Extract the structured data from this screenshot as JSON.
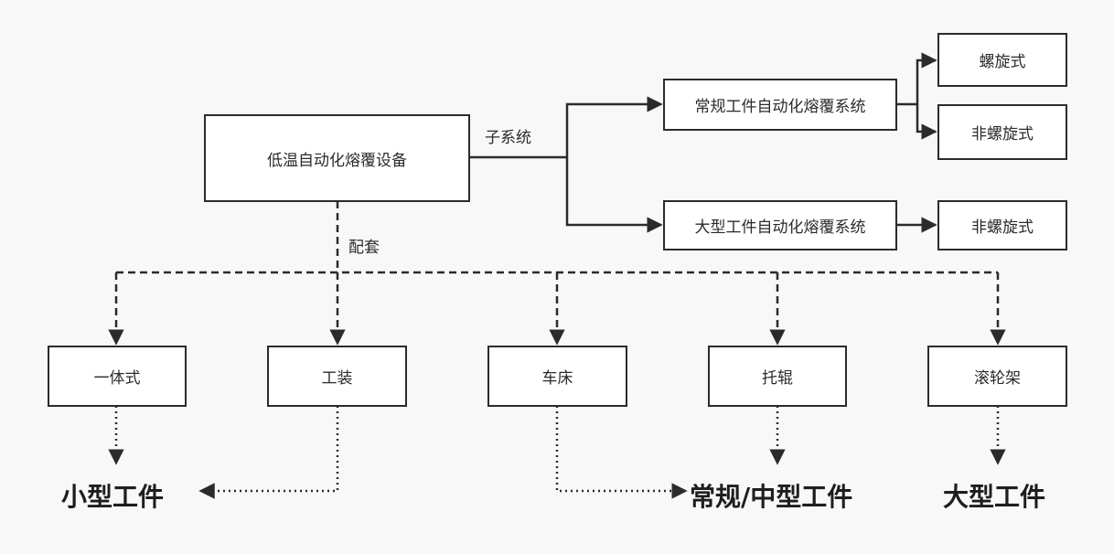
{
  "nodes": {
    "main": "低温自动化熔覆设备",
    "regular_system": "常规工件自动化熔覆系统",
    "large_system": "大型工件自动化熔覆系统",
    "screw_type": "螺旋式",
    "non_screw_type_1": "非螺旋式",
    "non_screw_type_2": "非螺旋式",
    "integrated": "一体式",
    "fixture": "工装",
    "lathe": "车床",
    "roller": "托辊",
    "rolling_frame": "滚轮架"
  },
  "edge_labels": {
    "subsystem": "子系统",
    "supporting": "配套"
  },
  "outcomes": {
    "small": "小型工件",
    "regular_medium": "常规/中型工件",
    "large": "大型工件"
  },
  "colors": {
    "line": "#2b2b2b",
    "box_border": "#2b2b2b",
    "box_fill": "#ffffff",
    "background": "#f8f8f8"
  }
}
